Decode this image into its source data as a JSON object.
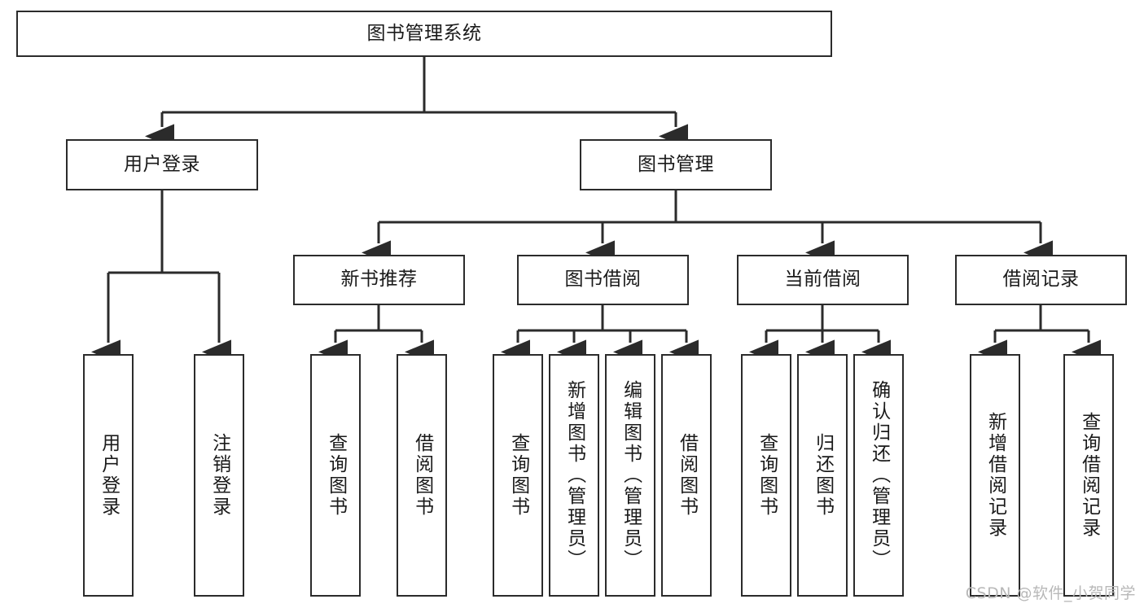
{
  "diagram": {
    "type": "tree-hierarchy-flowchart",
    "title": "图书管理系统",
    "root": {
      "id": "root",
      "label": "图书管理系统",
      "orientation": "horizontal"
    },
    "level2": [
      {
        "id": "user-login",
        "label": "用户登录",
        "orientation": "horizontal"
      },
      {
        "id": "book-manage",
        "label": "图书管理",
        "orientation": "horizontal"
      }
    ],
    "level3": [
      {
        "id": "new-book-rec",
        "label": "新书推荐",
        "orientation": "horizontal",
        "parent": "book-manage"
      },
      {
        "id": "book-borrow",
        "label": "图书借阅",
        "orientation": "horizontal",
        "parent": "book-manage"
      },
      {
        "id": "current-borrow",
        "label": "当前借阅",
        "orientation": "horizontal",
        "parent": "book-manage"
      },
      {
        "id": "borrow-record",
        "label": "借阅记录",
        "orientation": "horizontal",
        "parent": "book-manage"
      }
    ],
    "leaves": [
      {
        "id": "leaf-user-login",
        "label": "用户登录",
        "orientation": "vertical",
        "parent": "user-login"
      },
      {
        "id": "leaf-logout",
        "label": "注销登录",
        "orientation": "vertical",
        "parent": "user-login"
      },
      {
        "id": "leaf-query-book-1",
        "label": "查询图书",
        "orientation": "vertical",
        "parent": "new-book-rec"
      },
      {
        "id": "leaf-borrow-book-1",
        "label": "借阅图书",
        "orientation": "vertical",
        "parent": "new-book-rec"
      },
      {
        "id": "leaf-query-book-2",
        "label": "查询图书",
        "orientation": "vertical",
        "parent": "book-borrow"
      },
      {
        "id": "leaf-add-book",
        "label": "新增图书（管理员）",
        "orientation": "vertical",
        "parent": "book-borrow"
      },
      {
        "id": "leaf-edit-book",
        "label": "编辑图书（管理员）",
        "orientation": "vertical",
        "parent": "book-borrow"
      },
      {
        "id": "leaf-borrow-book-2",
        "label": "借阅图书",
        "orientation": "vertical",
        "parent": "book-borrow"
      },
      {
        "id": "leaf-query-book-3",
        "label": "查询图书",
        "orientation": "vertical",
        "parent": "current-borrow"
      },
      {
        "id": "leaf-return-book",
        "label": "归还图书",
        "orientation": "vertical",
        "parent": "current-borrow"
      },
      {
        "id": "leaf-confirm-return",
        "label": "确认归还（管理员）",
        "orientation": "vertical",
        "parent": "current-borrow"
      },
      {
        "id": "leaf-add-record",
        "label": "新增借阅记录",
        "orientation": "vertical",
        "parent": "borrow-record"
      },
      {
        "id": "leaf-query-record",
        "label": "查询借阅记录",
        "orientation": "vertical",
        "parent": "borrow-record"
      }
    ]
  },
  "watermark": {
    "text": "CSDN @软件_小贺同学"
  },
  "colors": {
    "box_border": "#2b2b2b",
    "box_fill": "#ffffff",
    "line": "#2b2b2b",
    "text": "#1a1a1a",
    "watermark": "#b8b8b8",
    "background": "#ffffff"
  }
}
